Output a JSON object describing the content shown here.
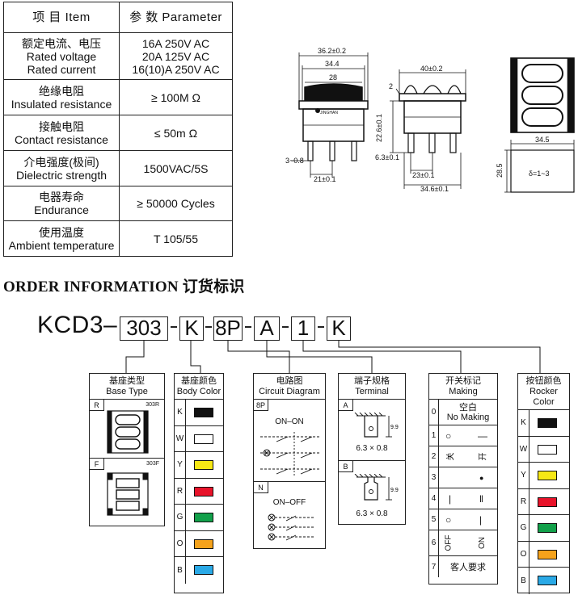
{
  "spec_table": {
    "header": {
      "item": "项 目  Item",
      "parameter": "参 数  Parameter"
    },
    "rows": [
      {
        "label_zh": "额定电流、电压",
        "label_en_1": "Rated voltage",
        "label_en_2": "Rated current",
        "value_1": "16A 250V AC",
        "value_2": "20A 125V AC",
        "value_3": "16(10)A 250V AC"
      },
      {
        "label_zh": "绝缘电阻",
        "label_en": "Insulated resistance",
        "value": "≥ 100M Ω"
      },
      {
        "label_zh": "接触电阻",
        "label_en": "Contact resistance",
        "value": "≤ 50m Ω"
      },
      {
        "label_zh": "介电强度(极间)",
        "label_en": "Dielectric strength",
        "value": "1500VAC/5S"
      },
      {
        "label_zh": "电器寿命",
        "label_en": "Endurance",
        "value": "≥ 50000 Cycles"
      },
      {
        "label_zh": "使用温度",
        "label_en": "Ambient temperature",
        "value": "T 105/55"
      }
    ]
  },
  "drawings": {
    "front": {
      "d1": "36.2±0.2",
      "d2": "34.4",
      "d3": "28",
      "d4": "3~0.8",
      "d5": "21±0.1",
      "brand": "JINGHAN"
    },
    "side": {
      "d1": "40±0.2",
      "d2": "2",
      "d3": "22.6±0.1",
      "d4": "6.3±0.1",
      "d5": "23±0.1",
      "d6": "34.6±0.1"
    },
    "cutout": {
      "w": "34.5",
      "h": "28.5",
      "t": "δ=1~3"
    }
  },
  "order": {
    "title": "ORDER INFORMATION 订货标识",
    "prefix": "KCD3–",
    "codes": [
      "303",
      "K",
      "8P",
      "A",
      "1",
      "K"
    ]
  },
  "base_type": {
    "title_zh": "基座类型",
    "title_en": "Base Type",
    "panels": [
      {
        "key": "R",
        "code": "303R"
      },
      {
        "key": "F",
        "code": "303F"
      }
    ]
  },
  "body_color": {
    "title_zh": "基座颜色",
    "title_en": "Body Color",
    "rows": [
      {
        "key": "K",
        "color": "#111111"
      },
      {
        "key": "W",
        "color": "#ffffff"
      },
      {
        "key": "Y",
        "color": "#f7e815"
      },
      {
        "key": "R",
        "color": "#e8132a"
      },
      {
        "key": "G",
        "color": "#12a04a"
      },
      {
        "key": "O",
        "color": "#f5a21b"
      },
      {
        "key": "B",
        "color": "#2aa9e6"
      }
    ]
  },
  "circuit": {
    "title_zh": "电路图",
    "title_en": "Circuit Diagram",
    "panels": [
      {
        "key": "8P",
        "label": "ON–ON"
      },
      {
        "key": "N",
        "label": "ON–OFF"
      }
    ]
  },
  "terminal": {
    "title_zh": "端子规格",
    "title_en": "Terminal",
    "panels": [
      {
        "key": "A",
        "size": "6.3 × 0.8",
        "dim": "9.9"
      },
      {
        "key": "B",
        "size": "6.3 × 0.8",
        "dim": "9.9"
      }
    ]
  },
  "making": {
    "title_zh": "开关标记",
    "title_en": "Making",
    "rows": [
      {
        "key": "0",
        "text_zh": "空白",
        "text_en": "No Making"
      },
      {
        "key": "1",
        "left": "○",
        "right": "—"
      },
      {
        "key": "2",
        "left": "关",
        "right": "开"
      },
      {
        "key": "3",
        "right": "●"
      },
      {
        "key": "4",
        "left": "|",
        "right": "‖"
      },
      {
        "key": "5",
        "left": "○",
        "right": "|"
      },
      {
        "key": "6",
        "left": "OFF",
        "right": "ON"
      },
      {
        "key": "7",
        "text": "客人要求"
      }
    ]
  },
  "rocker_color": {
    "title_zh": "按钮颜色",
    "title_en": "Rocker Color",
    "rows": [
      {
        "key": "K",
        "color": "#111111"
      },
      {
        "key": "W",
        "color": "#ffffff"
      },
      {
        "key": "Y",
        "color": "#f7e815"
      },
      {
        "key": "R",
        "color": "#e8132a"
      },
      {
        "key": "G",
        "color": "#12a04a"
      },
      {
        "key": "O",
        "color": "#f5a21b"
      },
      {
        "key": "B",
        "color": "#2aa9e6"
      }
    ]
  }
}
